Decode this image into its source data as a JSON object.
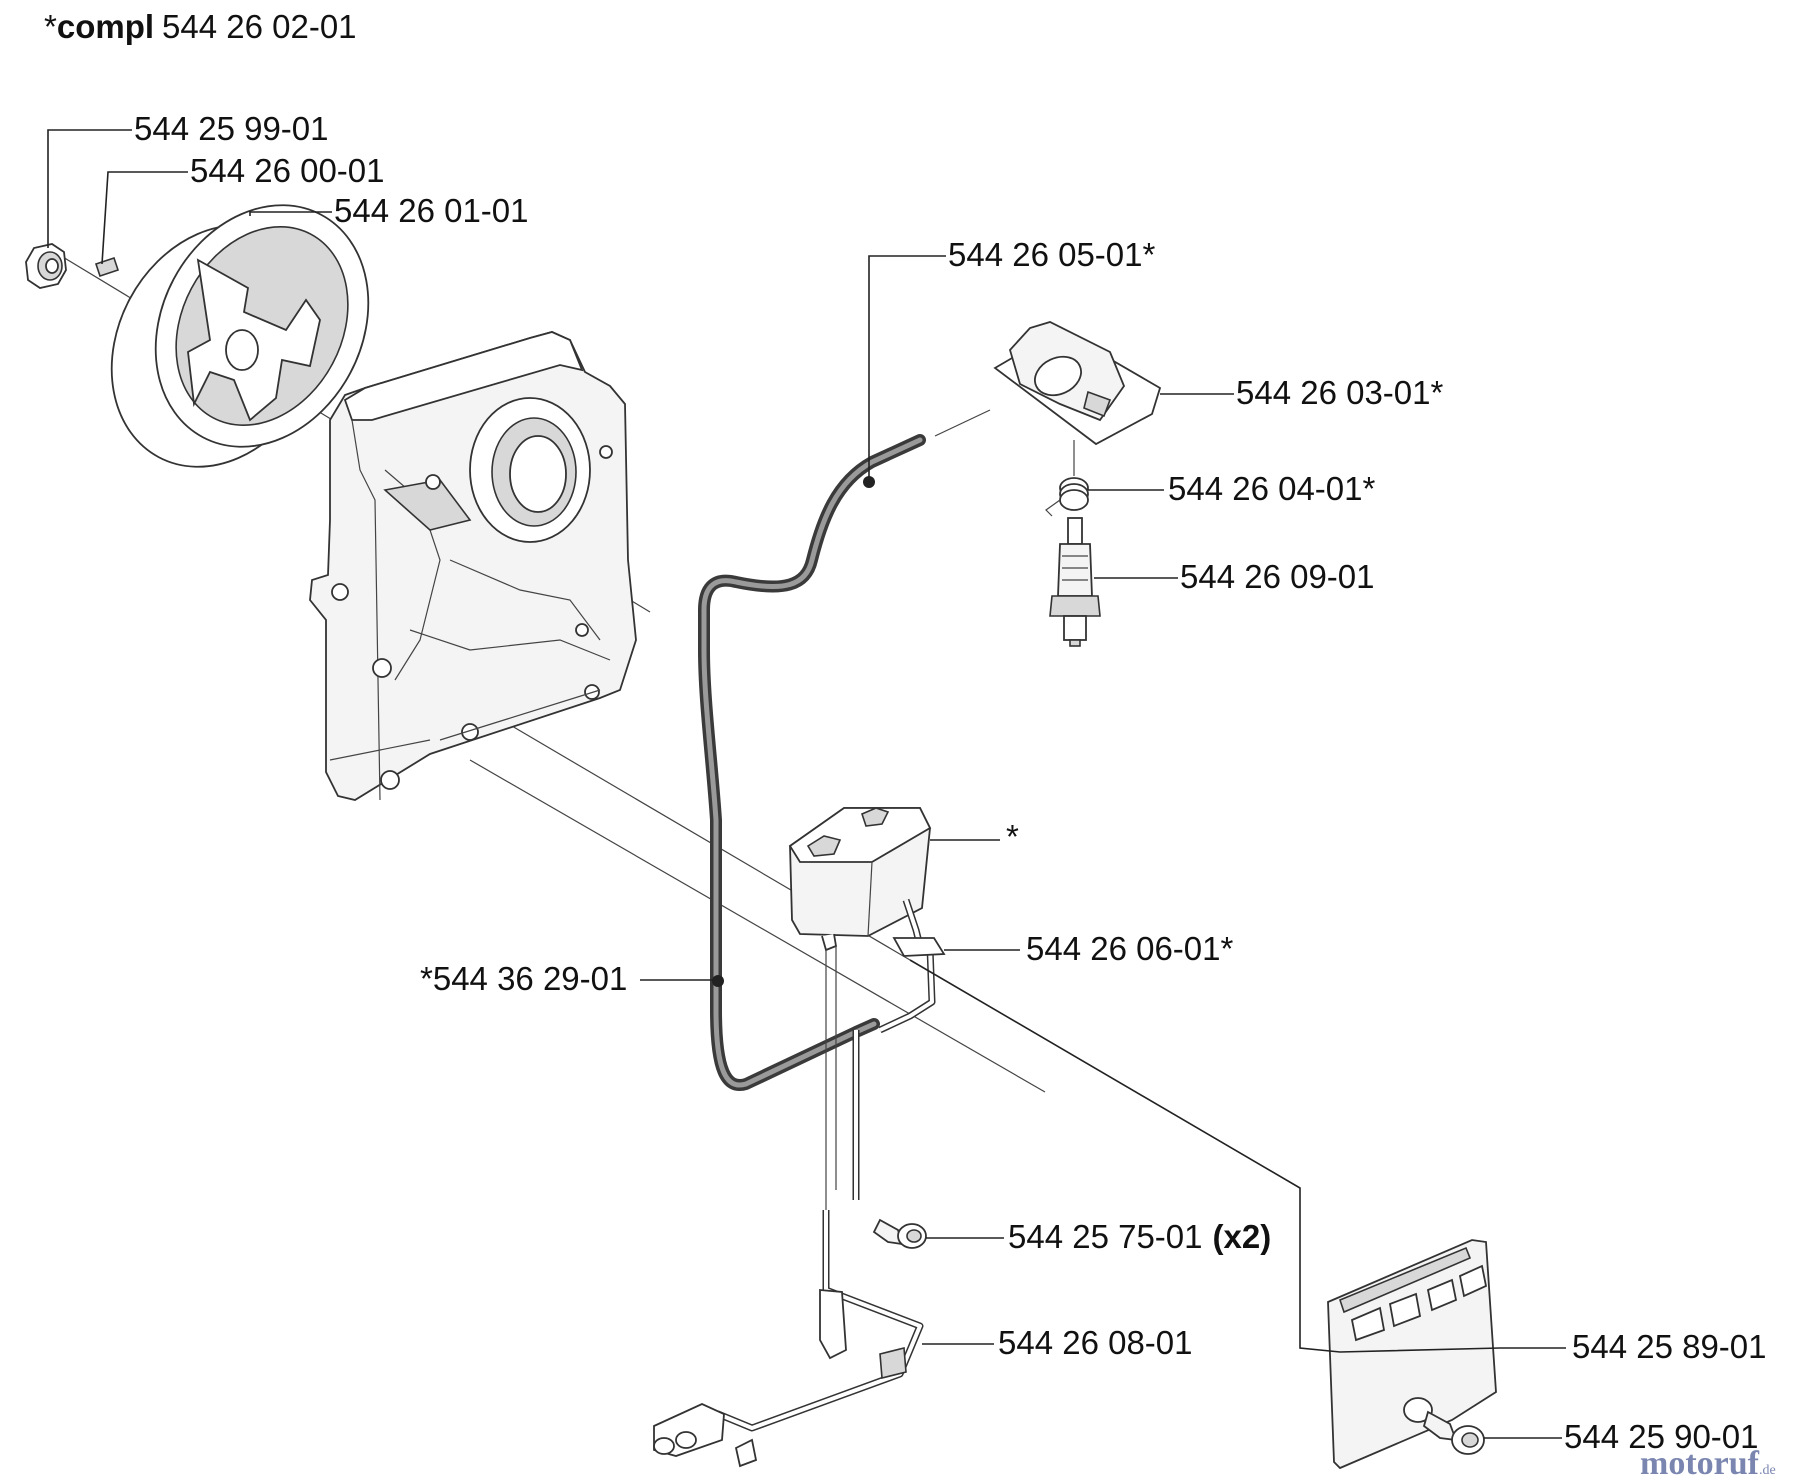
{
  "header": {
    "prefix": "*",
    "bold_word": "compl",
    "part_number": "544 26 02-01"
  },
  "labels": {
    "nut": "544 25 99-01",
    "key": "544 26 00-01",
    "flywheel": "544 26 01-01",
    "ignition_lead": "544 26 05-01*",
    "spark_cap": "544 26 03-01*",
    "spring": "544 26 04-01*",
    "spark_plug": "544 26 09-01",
    "module": "*",
    "module_lead": "544 26 06-01*",
    "cable": "*544 36 29-01",
    "screw": "544 25 75-01",
    "screw_qty": "(x2)",
    "stop_wire": "544 26 08-01",
    "guard": "544 25 89-01",
    "guard_screw": "544 25 90-01"
  },
  "watermark": {
    "main": "motoruf",
    "suffix": ".de"
  },
  "colors": {
    "line": "#222222",
    "fill_light": "#f4f4f4",
    "cable": "#3a3a3a",
    "watermark": "#7b86b0"
  }
}
